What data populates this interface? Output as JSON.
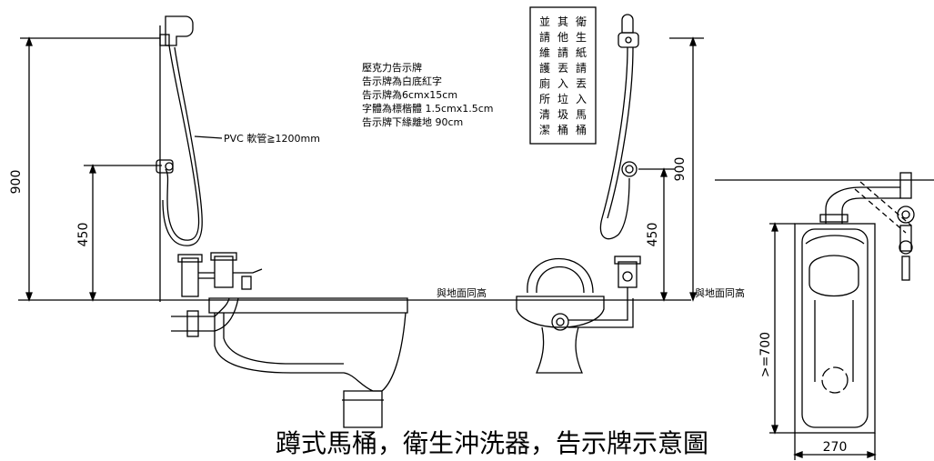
{
  "title": "蹲式馬桶，衛生沖洗器，告示牌示意圖",
  "left_view": {
    "dim_total": "900",
    "dim_valve": "450",
    "hose_label": "PVC 軟管≧1200mm",
    "floor_label": "與地面同高"
  },
  "notes": [
    "壓克力告示牌",
    "告示牌為白底紅字",
    "告示牌為6cmx15cm",
    "字體為標楷體 1.5cmx1.5cm",
    "告示牌下緣離地 90cm"
  ],
  "sign_board": {
    "columns": [
      "衛生紙請丟入馬桶",
      "其他請丟入垃圾桶",
      "並請維護廁所清潔"
    ]
  },
  "middle_view": {
    "dim_total": "900",
    "dim_valve": "450",
    "floor_label": "與地面同高"
  },
  "plan_view": {
    "dim_length": ">=700",
    "dim_width": "270"
  }
}
